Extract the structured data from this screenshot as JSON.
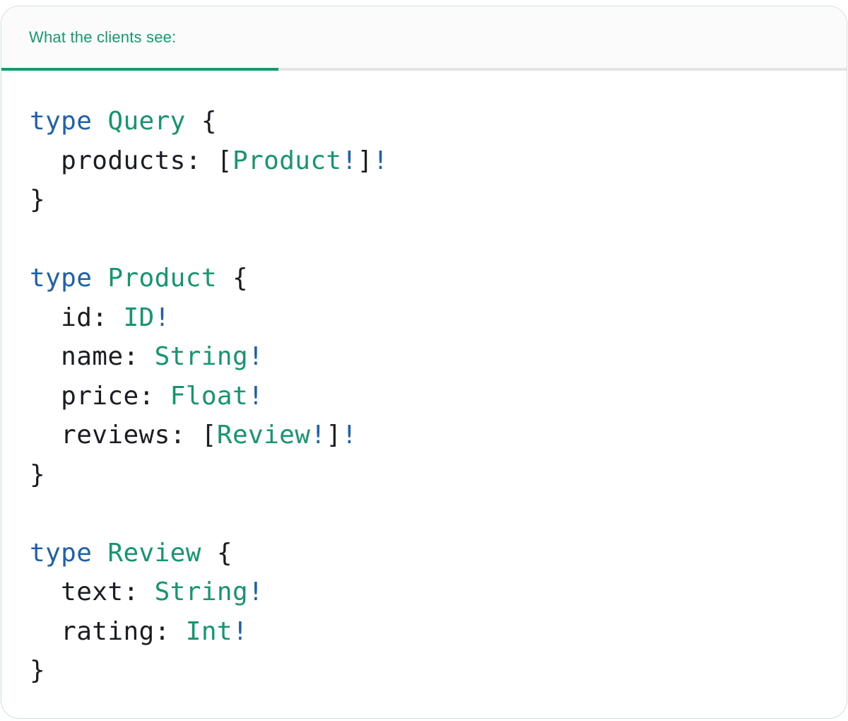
{
  "tab": {
    "label": "What the clients see:"
  },
  "colors": {
    "keyword_blue": "#1f61a9",
    "type_teal": "#15966e",
    "code_text": "#1a1d21",
    "bang_blue": "#1f61a9",
    "tab_text": "#17996e",
    "tab_underline_active": "#17996e",
    "tab_underline_inactive": "#e4e4e4",
    "card_border": "#cfe2d8",
    "header_bg": "#fbfbfb",
    "card_bg": "#ffffff"
  },
  "code": {
    "language": "graphql",
    "plain_text": "type Query {\n  products: [Product!]!\n}\n\ntype Product {\n  id: ID!\n  name: String!\n  price: Float!\n  reviews: [Review!]!\n}\n\ntype Review {\n  text: String!\n  rating: Int!\n}",
    "lines": [
      [
        [
          "kw",
          "type"
        ],
        [
          "pl",
          " "
        ],
        [
          "ty",
          "Query"
        ],
        [
          "pl",
          " {"
        ]
      ],
      [
        [
          "pl",
          "  products: ["
        ],
        [
          "ty",
          "Product"
        ],
        [
          "bg",
          "!"
        ],
        [
          "pl",
          "]"
        ],
        [
          "bg",
          "!"
        ]
      ],
      [
        [
          "pl",
          "}"
        ]
      ],
      [],
      [
        [
          "kw",
          "type"
        ],
        [
          "pl",
          " "
        ],
        [
          "ty",
          "Product"
        ],
        [
          "pl",
          " {"
        ]
      ],
      [
        [
          "pl",
          "  id: "
        ],
        [
          "ty",
          "ID"
        ],
        [
          "bg",
          "!"
        ]
      ],
      [
        [
          "pl",
          "  name: "
        ],
        [
          "ty",
          "String"
        ],
        [
          "bg",
          "!"
        ]
      ],
      [
        [
          "pl",
          "  price: "
        ],
        [
          "ty",
          "Float"
        ],
        [
          "bg",
          "!"
        ]
      ],
      [
        [
          "pl",
          "  reviews: ["
        ],
        [
          "ty",
          "Review"
        ],
        [
          "bg",
          "!"
        ],
        [
          "pl",
          "]"
        ],
        [
          "bg",
          "!"
        ]
      ],
      [
        [
          "pl",
          "}"
        ]
      ],
      [],
      [
        [
          "kw",
          "type"
        ],
        [
          "pl",
          " "
        ],
        [
          "ty",
          "Review"
        ],
        [
          "pl",
          " {"
        ]
      ],
      [
        [
          "pl",
          "  text: "
        ],
        [
          "ty",
          "String"
        ],
        [
          "bg",
          "!"
        ]
      ],
      [
        [
          "pl",
          "  rating: "
        ],
        [
          "ty",
          "Int"
        ],
        [
          "bg",
          "!"
        ]
      ],
      [
        [
          "pl",
          "}"
        ]
      ]
    ]
  }
}
